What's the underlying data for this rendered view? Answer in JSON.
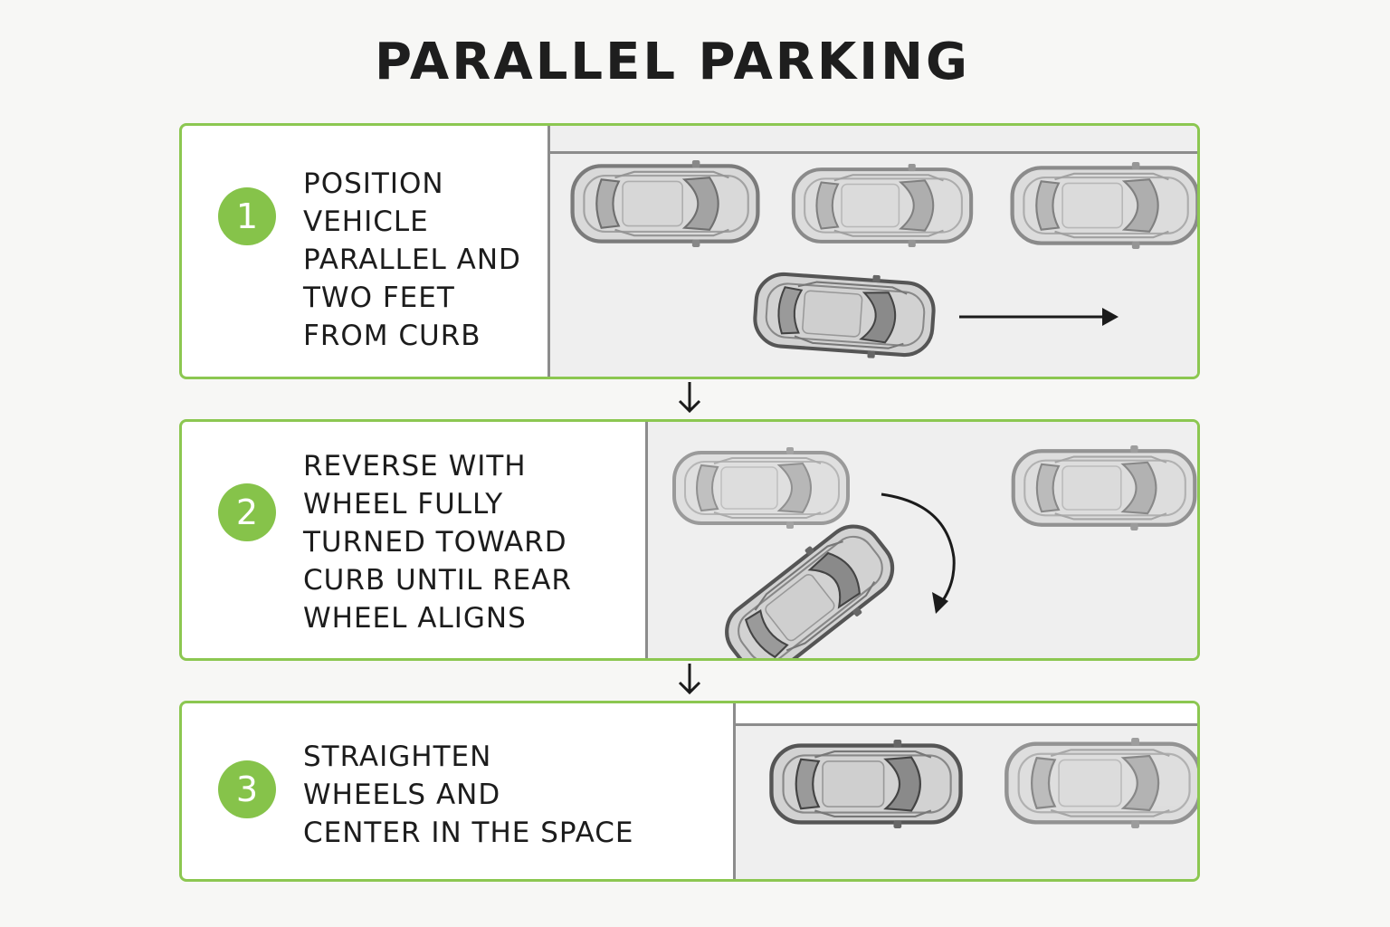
{
  "title": "PARALLEL PARKING",
  "accent_color": "#8cc751",
  "steps": [
    {
      "number": "1",
      "text": "POSITION\nVEHICLE\nPARALLEL AND\nTWO FEET\nFROM CURB"
    },
    {
      "number": "2",
      "text": "REVERSE WITH\nWHEEL FULLY\nTURNED TOWARD\nCURB UNTIL REAR\nWHEEL ALIGNS"
    },
    {
      "number": "3",
      "text": "STRAIGHTEN\nWHEELS AND\nCENTER IN THE SPACE"
    }
  ],
  "icons": {
    "connector": "down-arrow-icon",
    "motion": "right-arrow-icon",
    "turn": "curved-arrow-icon"
  }
}
